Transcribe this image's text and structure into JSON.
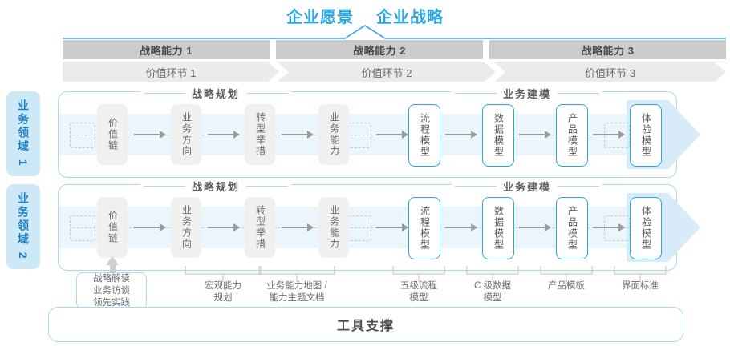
{
  "header": {
    "titles": [
      "企业愿景",
      "企业战略"
    ],
    "accent_color": "#2ba6e0"
  },
  "capability_bars": [
    {
      "label": "战略能力 1"
    },
    {
      "label": "战略能力 2"
    },
    {
      "label": "战略能力 3"
    }
  ],
  "value_chain_bars": [
    {
      "label": "价值环节 1"
    },
    {
      "label": "价值环节 2"
    },
    {
      "label": "价值环节 3"
    }
  ],
  "domains": [
    {
      "label": "业务领域 1"
    },
    {
      "label": "业务领域 2"
    }
  ],
  "sections": {
    "planning": "战略规划",
    "modeling": "业务建模"
  },
  "nodes": {
    "planning": [
      "价值链",
      "业务方向",
      "转型举措",
      "业务能力"
    ],
    "modeling": [
      "流程模型",
      "数据模型",
      "产品模型",
      "体验模型"
    ]
  },
  "tooling": {
    "entry_box": [
      "战略解读",
      "业务访谈",
      "领先实践"
    ],
    "labels": [
      "宏观能力\n规划",
      "业务能力地图 /\n能力主题文档",
      "五级流程\n模型",
      "C 级数据\n模型",
      "产品模板",
      "界面标准"
    ]
  },
  "footer": {
    "label": "工具支撑"
  },
  "colors": {
    "accent_blue": "#2ba6e0",
    "light_blue_band": "#eaf5fc",
    "arrow_blue": "#d7ecf8",
    "domain_box": "#cde8f7",
    "cap_bar_gray": "#cccccc",
    "val_bar_gray": "#ebebeb",
    "node_gray": "#f0f0f0"
  }
}
